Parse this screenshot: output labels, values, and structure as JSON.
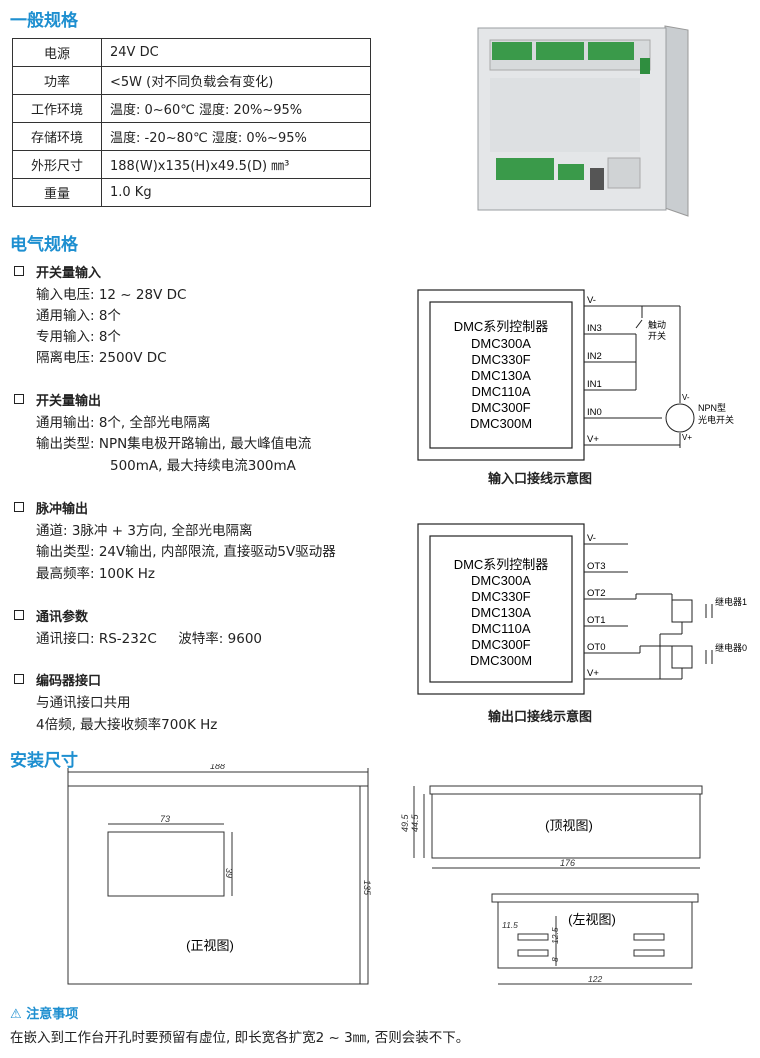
{
  "sections": {
    "general": "一般规格",
    "electrical": "电气规格",
    "install": "安装尺寸"
  },
  "spec_rows": [
    {
      "k": "电源",
      "v": "24V DC"
    },
    {
      "k": "功率",
      "v": "<5W (对不同负载会有变化)"
    },
    {
      "k": "工作环境",
      "v": "温度: 0~60℃  湿度: 20%~95%"
    },
    {
      "k": "存储环境",
      "v": "温度: -20~80℃  湿度: 0%~95%"
    },
    {
      "k": "外形尺寸",
      "v": "188(W)x135(H)x49.5(D) ㎜³"
    },
    {
      "k": "重量",
      "v": "1.0 Kg"
    }
  ],
  "electrical": [
    {
      "title": "开关量输入",
      "lines": [
        "输入电压: 12 ~ 28V DC",
        "通用输入: 8个",
        "专用输入: 8个",
        "隔离电压: 2500V DC"
      ]
    },
    {
      "title": "开关量输出",
      "lines": [
        "通用输出: 8个, 全部光电隔离",
        "输出类型: NPN集电极开路输出, 最大峰值电流",
        "500mA, 最大持续电流300mA"
      ]
    },
    {
      "title": "脉冲输出",
      "lines": [
        "通道: 3脉冲 + 3方向, 全部光电隔离",
        "输出类型: 24V输出, 内部限流, 直接驱动5V驱动器",
        "最高频率: 100K Hz"
      ]
    },
    {
      "title": "通讯参数",
      "lines": [
        "通讯接口: RS-232C     波特率: 9600"
      ]
    },
    {
      "title": "编码器接口",
      "lines": [
        "与通讯接口共用",
        "4倍频, 最大接收频率700K Hz"
      ]
    }
  ],
  "controller_models": [
    "DMC系列控制器",
    "DMC300A",
    "DMC330F",
    "DMC130A",
    "DMC110A",
    "DMC300F",
    "DMC300M"
  ],
  "input_diagram": {
    "pins": [
      "V-",
      "IN3",
      "IN2",
      "IN1",
      "IN0",
      "V+"
    ],
    "switch_label": [
      "触动",
      "开关"
    ],
    "npn_label": [
      "NPN型",
      "光电开关"
    ],
    "npn_pins": [
      "V-",
      "V+"
    ],
    "caption": "输入口接线示意图"
  },
  "output_diagram": {
    "pins": [
      "V-",
      "OT3",
      "OT2",
      "OT1",
      "OT0",
      "V+"
    ],
    "relay1": "继电器1",
    "relay0": "继电器0",
    "caption": "输出口接线示意图"
  },
  "dims": {
    "front": {
      "w": "188",
      "h": "135",
      "cut_w": "73",
      "cut_h": "39",
      "label": "(正视图)"
    },
    "top": {
      "h1": "49.5",
      "h2": "44.5",
      "w": "176",
      "label": "(顶视图)"
    },
    "left": {
      "a": "11.5",
      "b": "12.5",
      "c": "8",
      "w": "122",
      "label": "(左视图)"
    }
  },
  "note": {
    "title": "注意事项",
    "text": "在嵌入到工作台开孔时要预留有虚位, 即长宽各扩宽2 ~ 3㎜, 否则会装不下。"
  },
  "colors": {
    "accent": "#1e8fd0"
  }
}
